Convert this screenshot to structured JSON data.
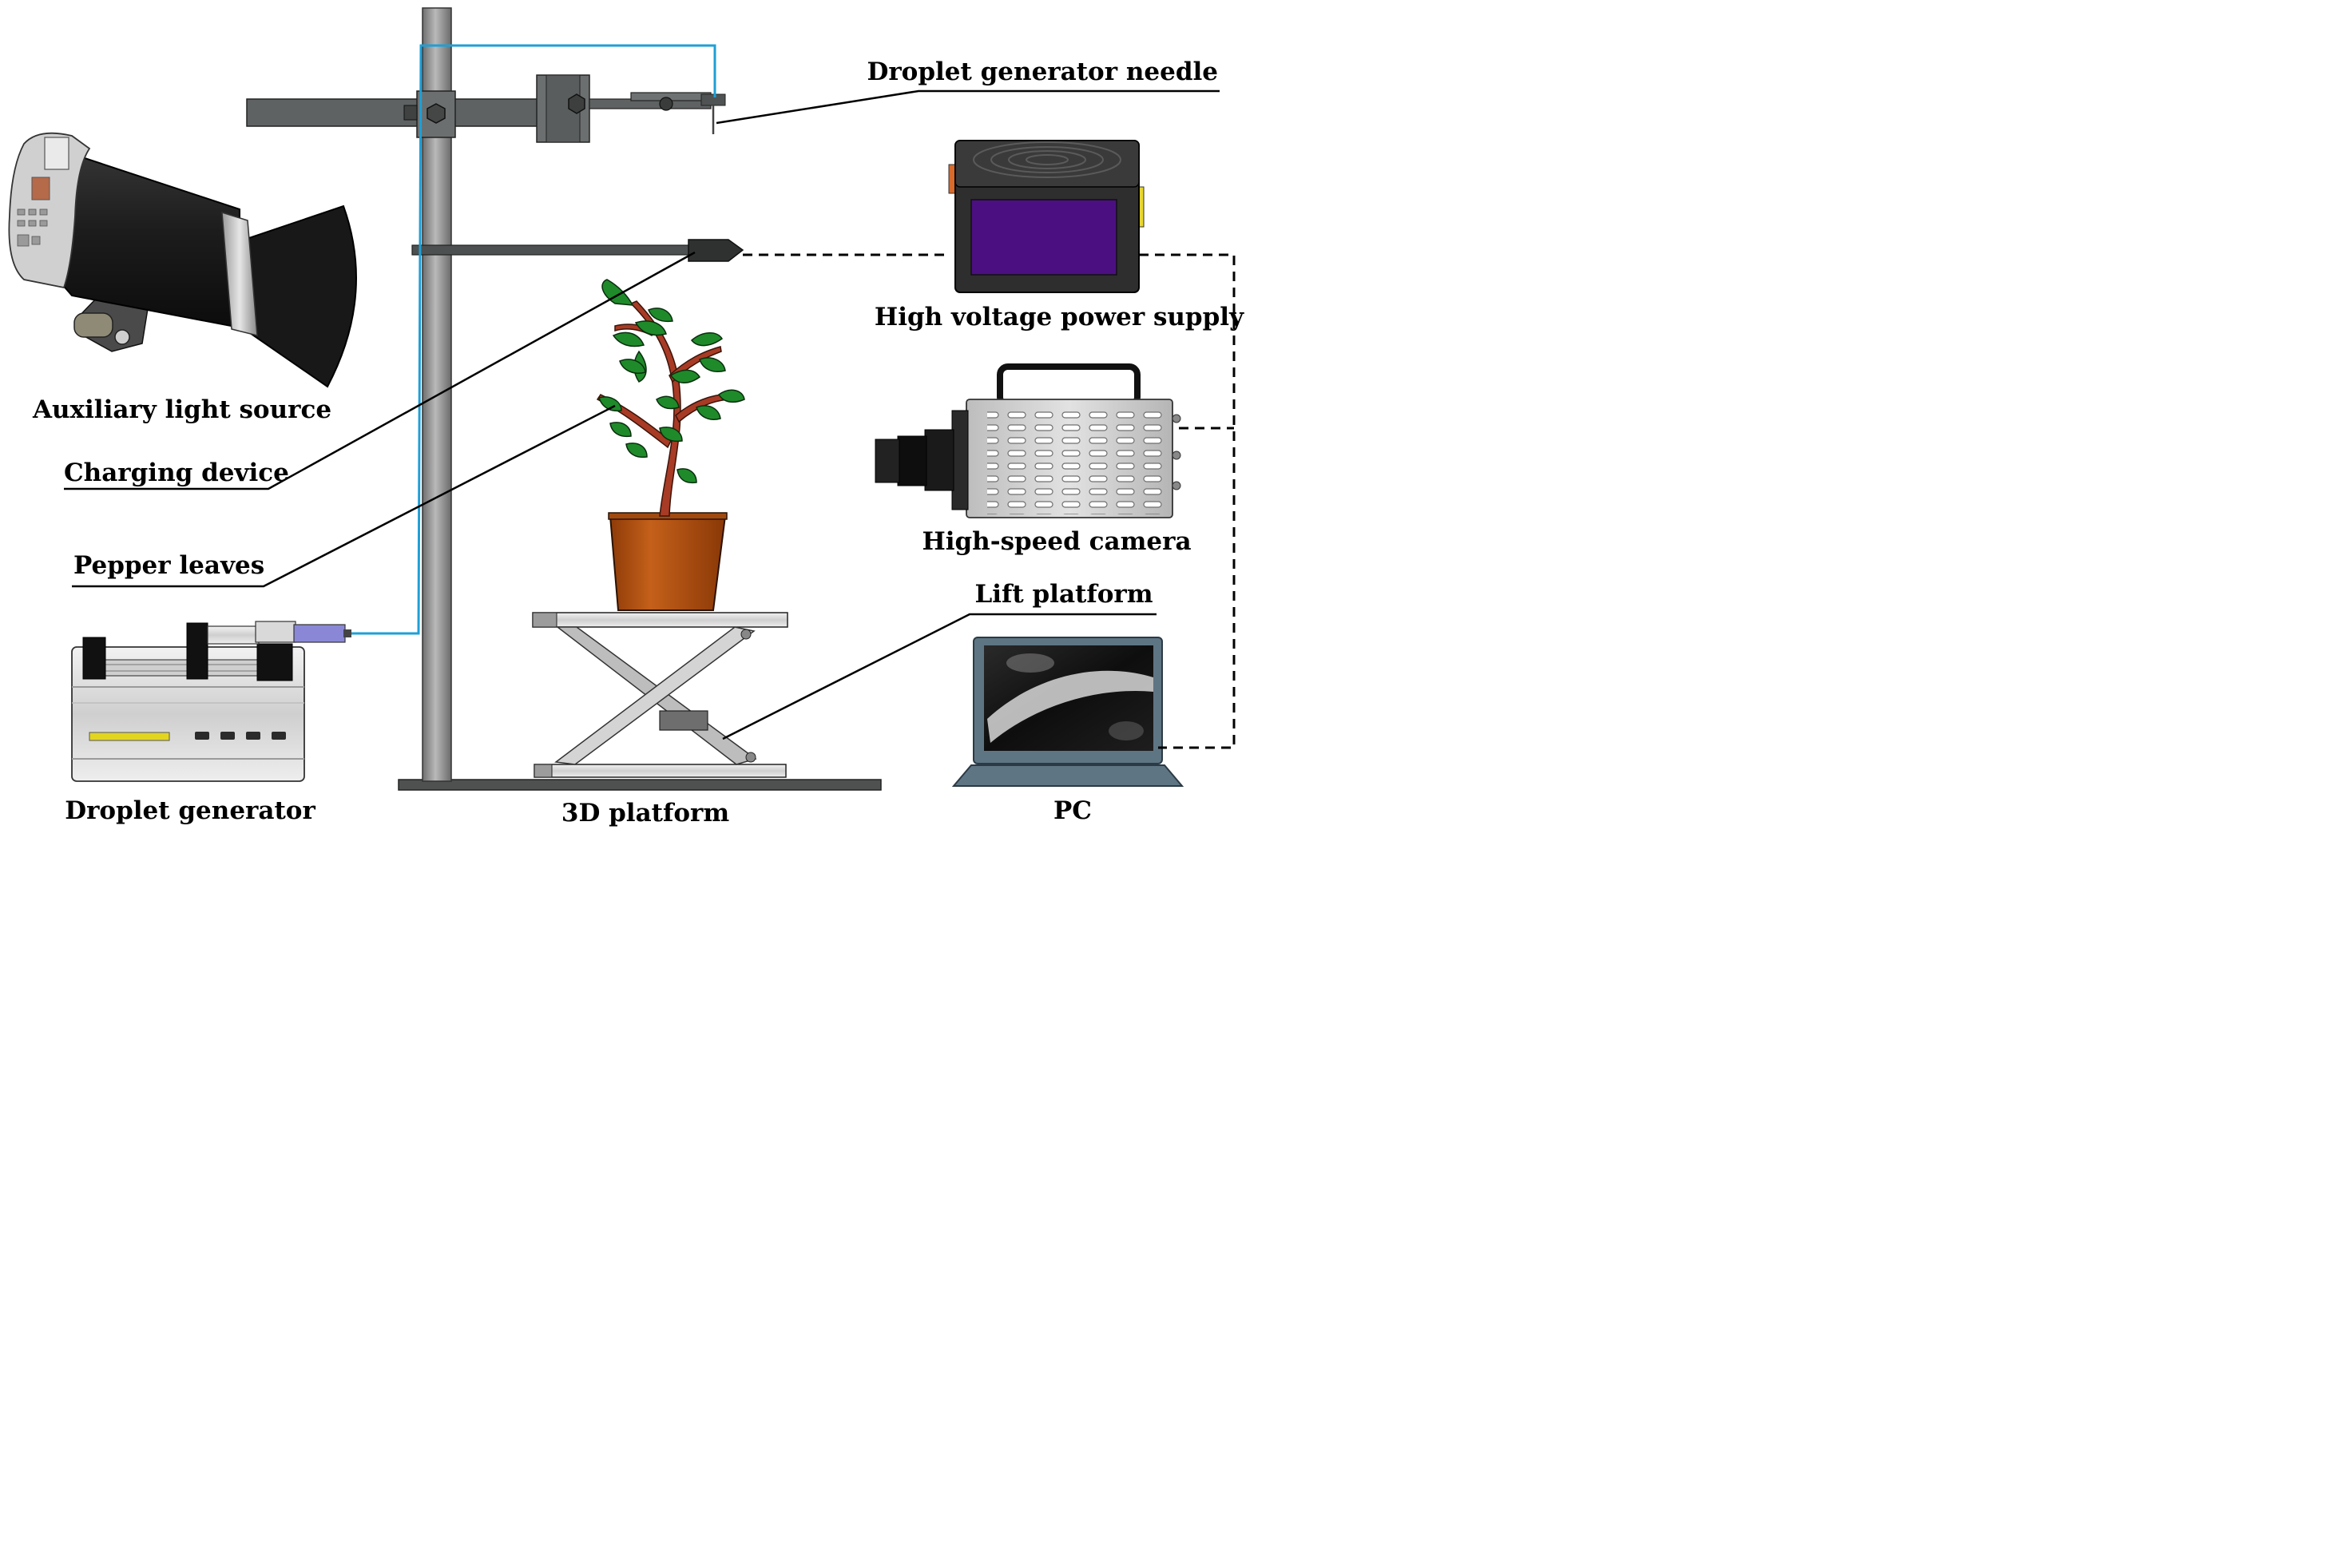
{
  "labels": {
    "droplet_generator_needle": "Droplet generator needle",
    "high_voltage_power_supply": "High voltage power supply",
    "auxiliary_light_source": "Auxiliary light source",
    "charging_device": "Charging device",
    "pepper_leaves": "Pepper leaves",
    "high_speed_camera": "High-speed camera",
    "lift_platform": "Lift platform",
    "droplet_generator": "Droplet generator",
    "platform_3d": "3D platform",
    "pc": "PC"
  },
  "colors": {
    "tube": "#1f9fd6",
    "rod": "#8c8c8c",
    "arm": "#5f6262",
    "screen": "#4b0f82",
    "pot": "#b9510f",
    "leaf": "#1f8a2a",
    "stem": "#a83b25",
    "laptop": "#5e7584"
  }
}
